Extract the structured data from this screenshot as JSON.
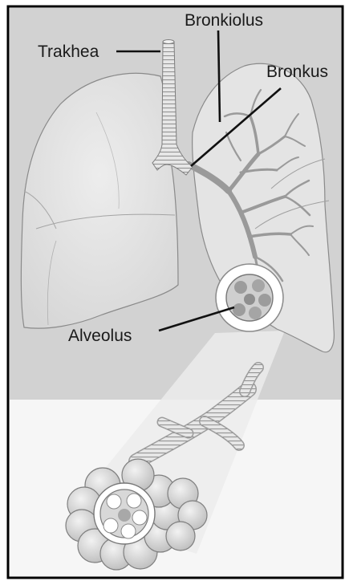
{
  "labels": {
    "trakhea": "Trakhea",
    "bronkiolus": "Bronkiolus",
    "bronkus": "Bronkus",
    "alveolus": "Alveolus"
  },
  "colors": {
    "background_top": "#d2d2d2",
    "background_bottom": "#f6f6f6",
    "tissue": "#e0e0e0",
    "tissue_light": "#ebebeb",
    "airway": "#9a9a9a",
    "outline": "#8a8a8a",
    "line": "#111111"
  }
}
